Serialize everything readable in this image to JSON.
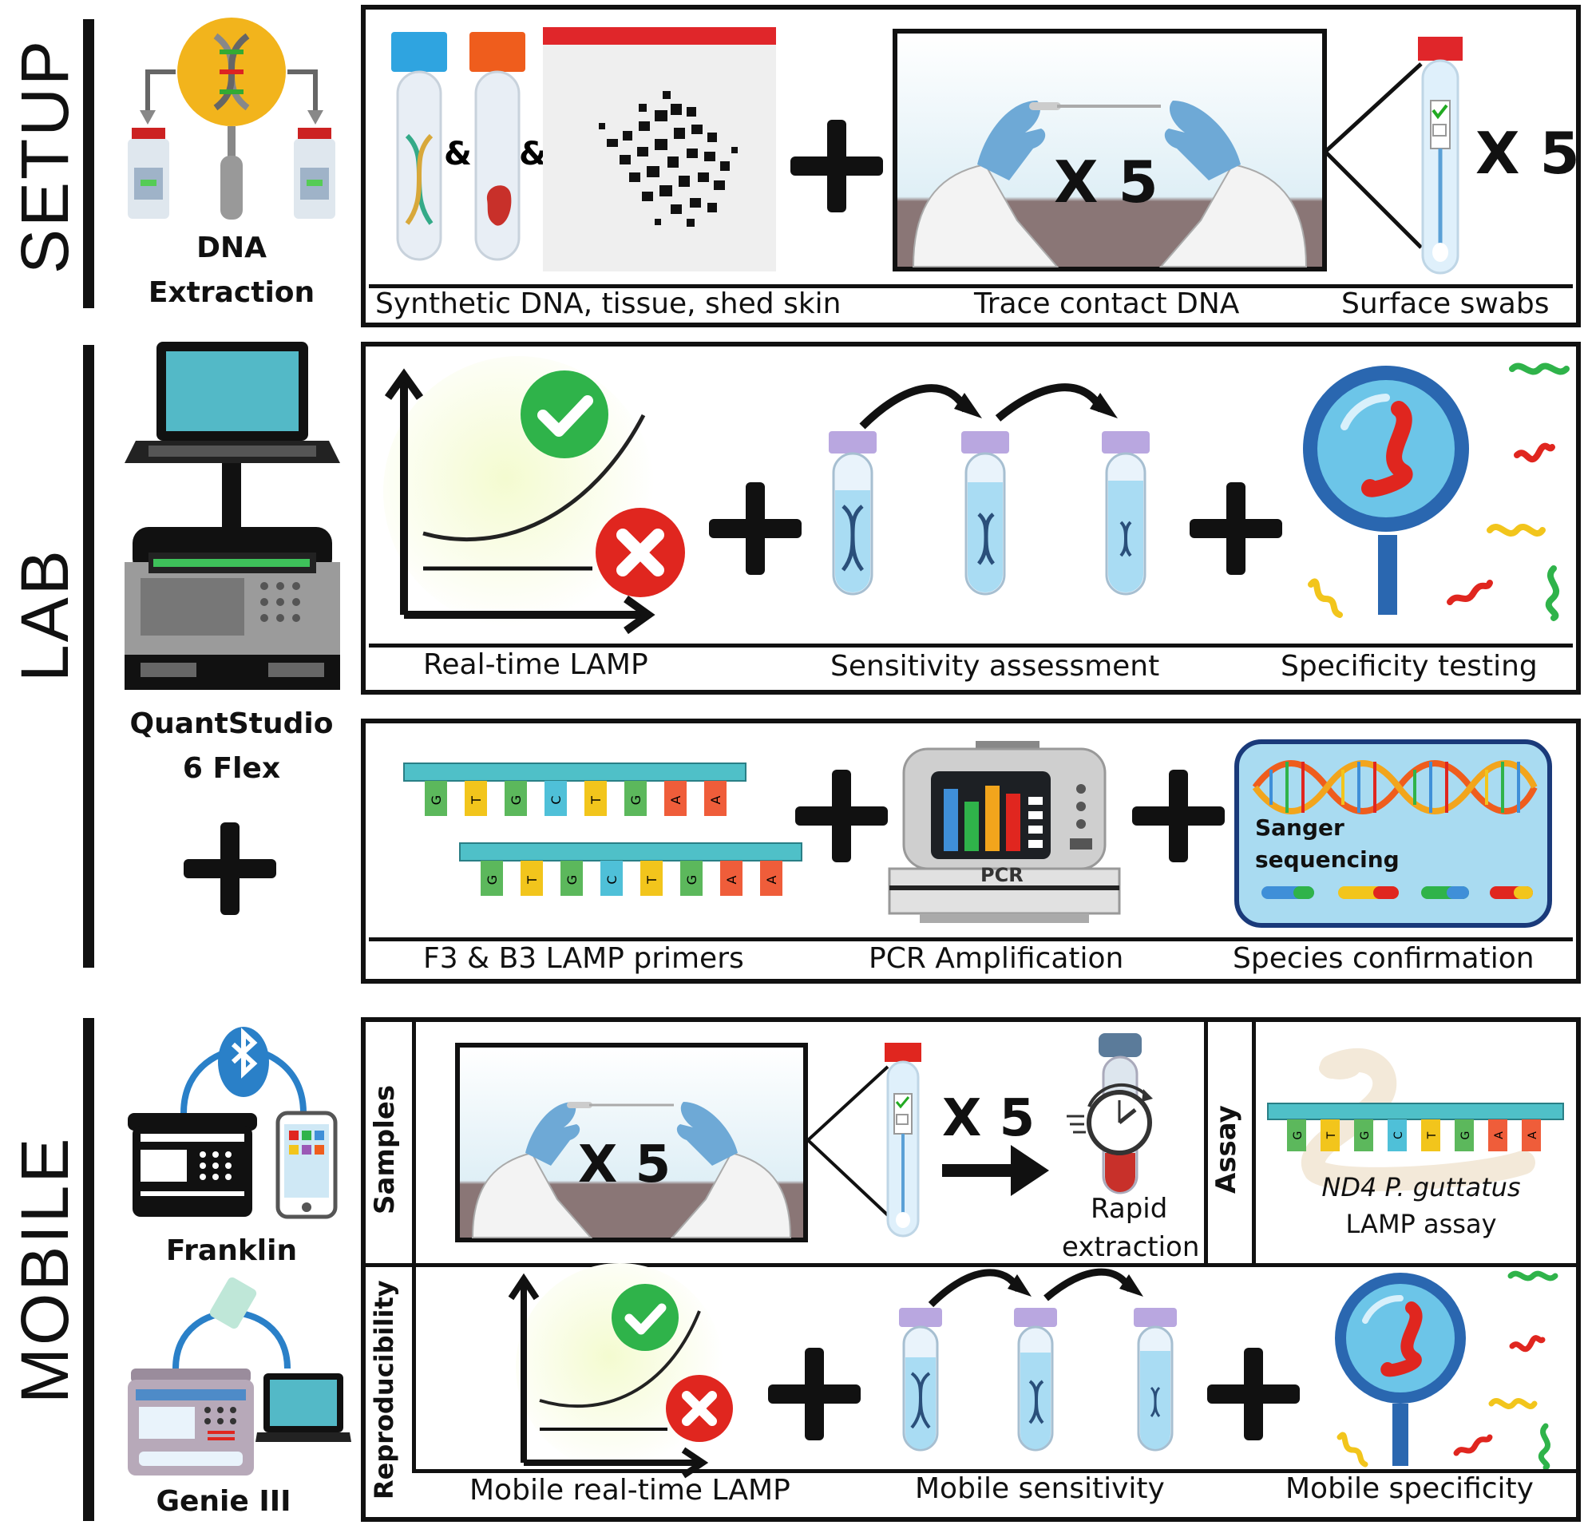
{
  "sections": {
    "setup": "SETUP",
    "lab": "LAB",
    "mobile": "MOBILE"
  },
  "setup": {
    "instrument_line1": "DNA",
    "instrument_line2": "Extraction",
    "amp1": "&",
    "amp2": "&",
    "x5_contact": "X 5",
    "x5_swabs": "X 5",
    "captions": [
      "Synthetic DNA, tissue, shed skin",
      "Trace contact DNA",
      "Surface swabs"
    ]
  },
  "lab": {
    "instrument_line1": "QuantStudio",
    "instrument_line2": "6 Flex",
    "captions_row1": [
      "Real-time LAMP",
      "Sensitivity assessment",
      "Specificity testing"
    ],
    "captions_row2": [
      "F3 & B3 LAMP primers",
      "PCR Amplification",
      "Species confirmation"
    ],
    "primer_bases": [
      "G",
      "T",
      "G",
      "C",
      "T",
      "G",
      "A",
      "A"
    ],
    "pcr_label": "PCR",
    "sanger_line1": "Sanger",
    "sanger_line2": "sequencing"
  },
  "mobile": {
    "franklin": "Franklin",
    "genie": "Genie III",
    "samples_label": "Samples",
    "assay_label": "Assay",
    "reproducibility_label": "Reproducibility",
    "x5_contact": "X 5",
    "x5_swabs": "X 5",
    "rapid_line1": "Rapid",
    "rapid_line2": "extraction",
    "assay_line1": "ND4 P. guttatus",
    "assay_line2": "LAMP assay",
    "captions": [
      "Mobile real-time LAMP",
      "Mobile sensitivity",
      "Mobile specificity"
    ]
  },
  "colors": {
    "check_green": "#2fb34a",
    "cross_red": "#e0261f",
    "tube_cap_purple": "#b9a7e0",
    "tube_liquid": "#a9dcf3",
    "glove_blue": "#6ea9d6",
    "magnifier_blue": "#2a67b0",
    "primer_teal": "#4fc0c8"
  }
}
